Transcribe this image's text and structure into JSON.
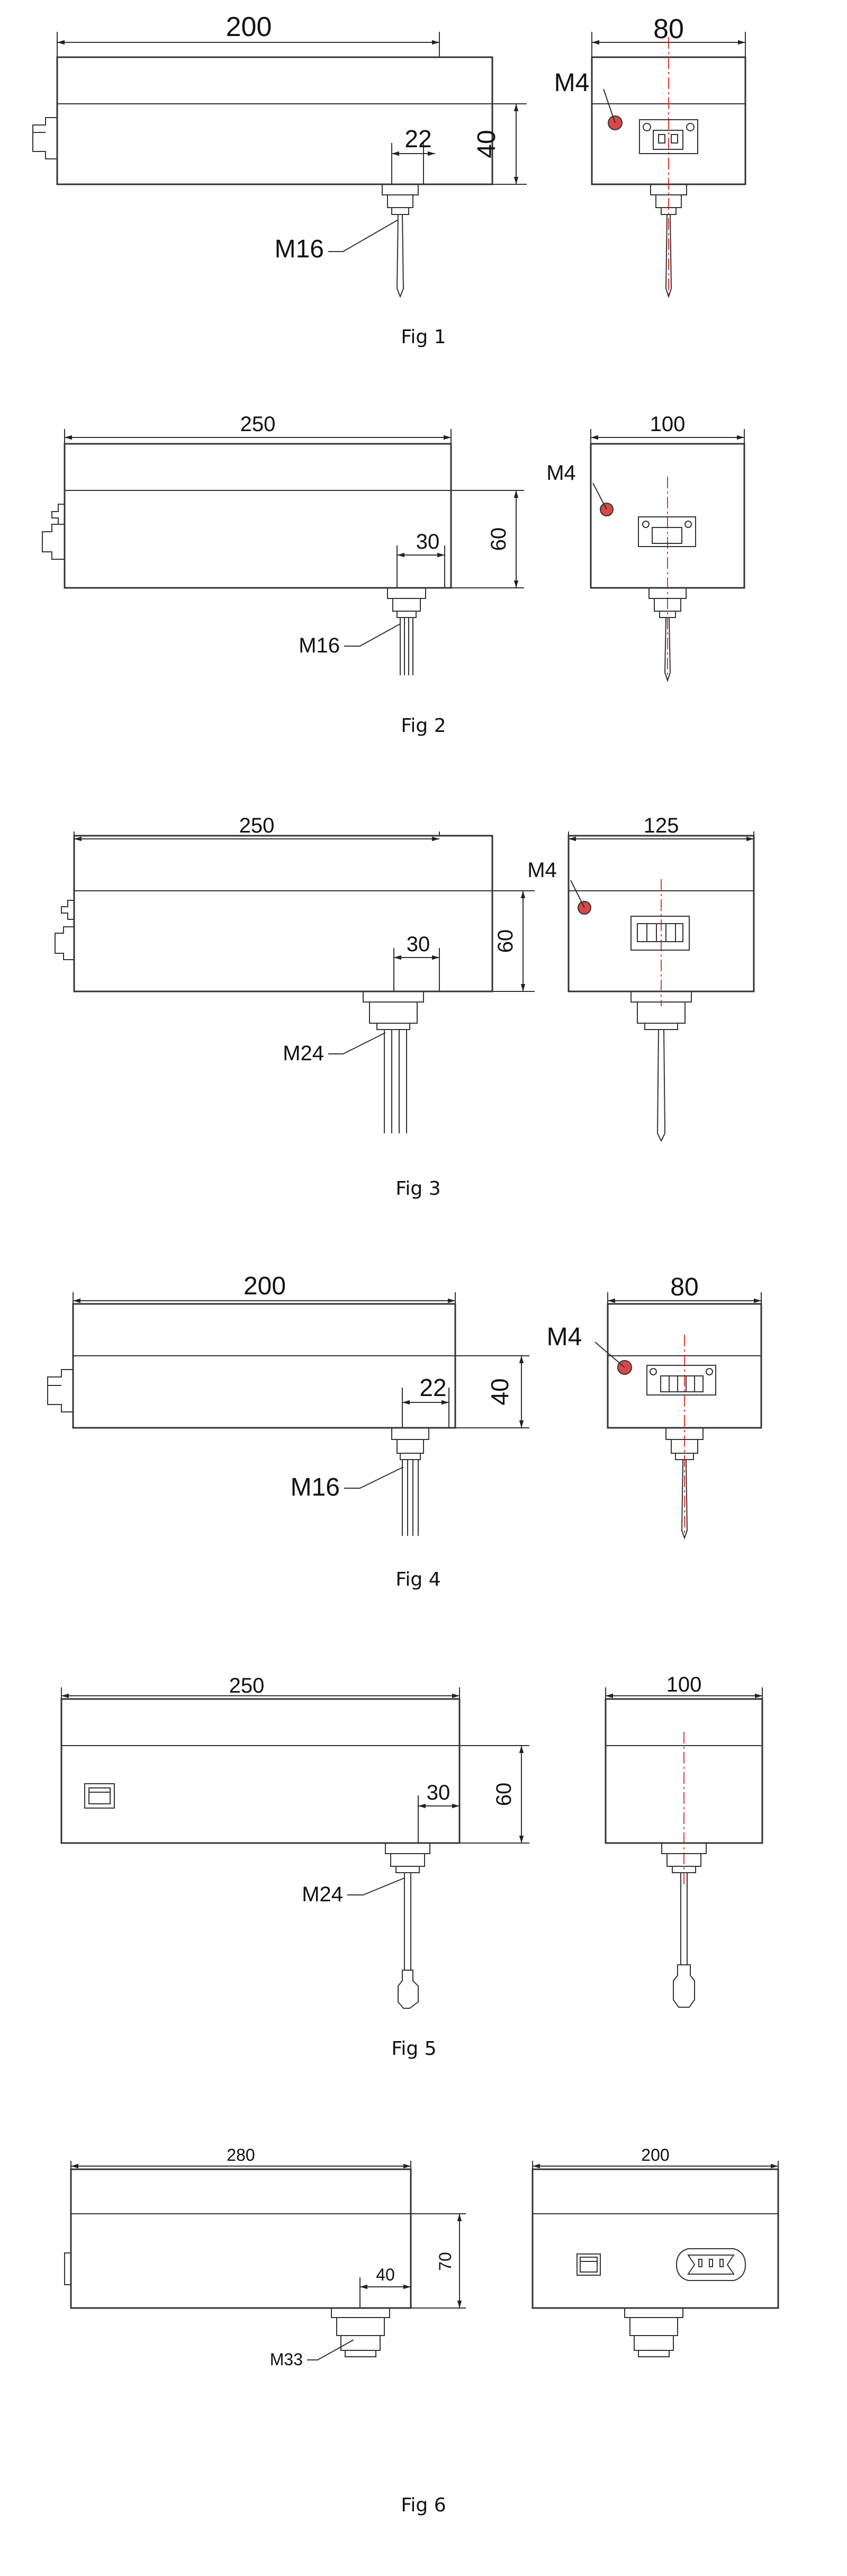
{
  "figures": [
    {
      "caption": "Fig 1",
      "side": {
        "length": "200",
        "height": "40",
        "offset": "22",
        "thread": "M16"
      },
      "end": {
        "width": "80",
        "hole": "M4"
      }
    },
    {
      "caption": "Fig 2",
      "side": {
        "length": "250",
        "height": "60",
        "offset": "30",
        "thread": "M16"
      },
      "end": {
        "width": "100",
        "hole": "M4"
      }
    },
    {
      "caption": "Fig 3",
      "side": {
        "length": "250",
        "height": "60",
        "offset": "30",
        "thread": "M24"
      },
      "end": {
        "width": "125",
        "hole": "M4"
      }
    },
    {
      "caption": "Fig 4",
      "side": {
        "length": "200",
        "height": "40",
        "offset": "22",
        "thread": "M16"
      },
      "end": {
        "width": "80",
        "hole": "M4"
      }
    },
    {
      "caption": "Fig 5",
      "side": {
        "length": "250",
        "height": "60",
        "offset": "30",
        "thread": "M24"
      },
      "end": {
        "width": "100"
      }
    },
    {
      "caption": "Fig 6",
      "side": {
        "length": "280",
        "height": "70",
        "offset": "40",
        "thread": "M33"
      },
      "end": {
        "width": "200"
      }
    }
  ],
  "colors": {
    "line": "#333333",
    "centerline": "#e53935",
    "hole": "#d84848"
  }
}
